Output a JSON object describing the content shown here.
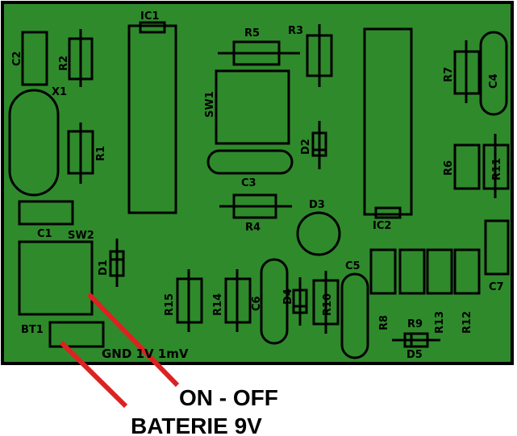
{
  "colors": {
    "board": "#2f8a2c",
    "outline": "#000000",
    "pad": "#2f8a2c",
    "pointer": "#dd2222"
  },
  "labels": {
    "IC1": "IC1",
    "IC2": "IC2",
    "SW1": "SW1",
    "SW2": "SW2",
    "C1": "C1",
    "C2": "C2",
    "C3": "C3",
    "C4": "C4",
    "C5": "C5",
    "C6": "C6",
    "C7": "C7",
    "R1": "R1",
    "R2": "R2",
    "R3": "R3",
    "R4": "R4",
    "R5": "R5",
    "R6": "R6",
    "R7": "R7",
    "R8": "R8",
    "R9": "R9",
    "R10": "R10",
    "R11": "R11",
    "R12": "R12",
    "R13": "R13",
    "R14": "R14",
    "R15": "R15",
    "D1": "D1",
    "D2": "D2",
    "D3": "D3",
    "D4": "D4",
    "D5": "D5",
    "X1": "X1",
    "BT1": "BT1",
    "outputs": "GND 1V   1mV"
  },
  "annotations": {
    "on_off": "ON - OFF",
    "battery": "BATERIE 9V"
  }
}
